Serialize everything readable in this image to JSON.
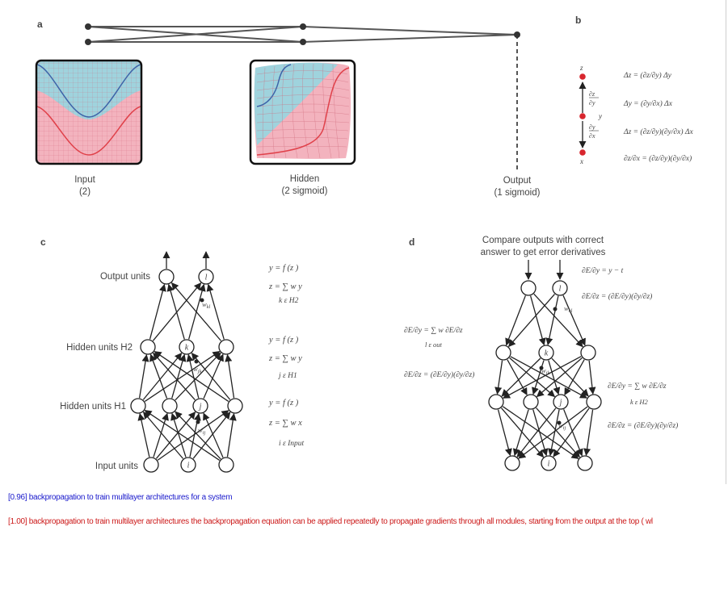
{
  "figure": {
    "panel_a": {
      "letter": "a",
      "input_label": "Input",
      "input_sub": "(2)",
      "hidden_label": "Hidden",
      "hidden_sub": "(2 sigmoid)",
      "output_label": "Output",
      "output_sub": "(1 sigmoid)"
    },
    "panel_b": {
      "letter": "b",
      "node_z": "z",
      "node_y": "y",
      "node_x": "x",
      "eq1": "Δz = (∂z/∂y) Δy",
      "eq2": "Δy = (∂y/∂x) Δx",
      "eq3": "Δz = (∂z/∂y)(∂y/∂x) Δx",
      "eq4": "∂z/∂x = (∂z/∂y)(∂y/∂x)"
    },
    "panel_c": {
      "letter": "c",
      "output_units": "Output units",
      "hidden_h2": "Hidden units H2",
      "hidden_h1": "Hidden units H1",
      "input_units": "Input units",
      "node_l": "l",
      "node_k": "k",
      "node_j": "j",
      "node_i": "i",
      "w_kl": "w",
      "w_kl_sub": "kl",
      "w_jk": "w",
      "w_jk_sub": "jk",
      "w_ij": "w",
      "w_ij_sub": "ij",
      "eq_yl": "y = f (z )",
      "eq_zl": "z = ∑ w y",
      "eq_zl_range": "k ε H2",
      "eq_yk": "y = f (z )",
      "eq_zk": "z = ∑ w y",
      "eq_zk_range": "j ε H1",
      "eq_yj": "y = f (z )",
      "eq_zj": "z = ∑ w x",
      "eq_zj_range": "i ε Input"
    },
    "panel_d": {
      "letter": "d",
      "title_line1": "Compare outputs with correct",
      "title_line2": "answer to get error derivatives",
      "eq_out1": "∂E/∂y = y − t",
      "eq_out2": "∂E/∂z = (∂E/∂y)(∂y/∂z)",
      "eq_h2_1": "∂E/∂y = ∑ w ∂E/∂z",
      "eq_h2_1_range": "l ε out",
      "eq_h2_2": "∂E/∂z = (∂E/∂y)(∂y/∂z)",
      "eq_h1_1": "∂E/∂y = ∑ w ∂E/∂z",
      "eq_h1_1_range": "k ε H2",
      "eq_h1_2": "∂E/∂z = (∂E/∂y)(∂y/∂z)",
      "node_l": "l",
      "node_k": "k",
      "node_j": "j",
      "node_i": "i",
      "w_kl": "w",
      "w_kl_sub": "kl",
      "w_jk": "w",
      "w_jk_sub": "jk",
      "w_ij": "w",
      "w_ij_sub": "ij"
    }
  },
  "captions": [
    "[0.96] backpropagation to train multilayer architectures for a system",
    "[1.00] backpropagation to train multilayer architectures the backpropagation equation can be applied repeatedly to propagate gradients through all modules, starting from the output at the top ( wl"
  ],
  "colors": {
    "blue_region": "#9fd3dd",
    "pink_region": "#f3b3be",
    "blue_curve": "#3d63a8",
    "red_curve": "#e0414a",
    "red_dot": "#d8262e",
    "caption_blue": "#1a1acc",
    "caption_red": "#cc1a1a"
  }
}
